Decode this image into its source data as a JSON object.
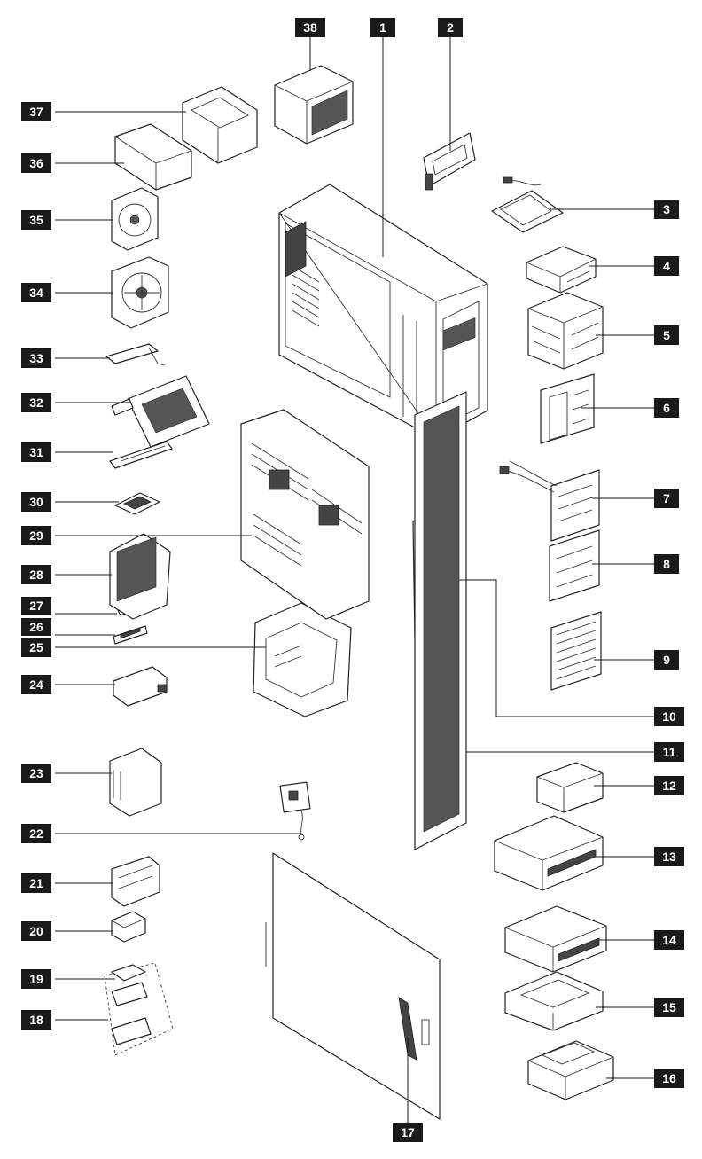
{
  "callouts": [
    {
      "id": "1",
      "label": "1"
    },
    {
      "id": "2",
      "label": "2"
    },
    {
      "id": "3",
      "label": "3"
    },
    {
      "id": "4",
      "label": "4"
    },
    {
      "id": "5",
      "label": "5"
    },
    {
      "id": "6",
      "label": "6"
    },
    {
      "id": "7",
      "label": "7"
    },
    {
      "id": "8",
      "label": "8"
    },
    {
      "id": "9",
      "label": "9"
    },
    {
      "id": "10",
      "label": "10"
    },
    {
      "id": "11",
      "label": "11"
    },
    {
      "id": "12",
      "label": "12"
    },
    {
      "id": "13",
      "label": "13"
    },
    {
      "id": "14",
      "label": "14"
    },
    {
      "id": "15",
      "label": "15"
    },
    {
      "id": "16",
      "label": "16"
    },
    {
      "id": "17",
      "label": "17"
    },
    {
      "id": "18",
      "label": "18"
    },
    {
      "id": "19",
      "label": "19"
    },
    {
      "id": "20",
      "label": "20"
    },
    {
      "id": "21",
      "label": "21"
    },
    {
      "id": "22",
      "label": "22"
    },
    {
      "id": "23",
      "label": "23"
    },
    {
      "id": "24",
      "label": "24"
    },
    {
      "id": "25",
      "label": "25"
    },
    {
      "id": "26",
      "label": "26"
    },
    {
      "id": "27",
      "label": "27"
    },
    {
      "id": "28",
      "label": "28"
    },
    {
      "id": "29",
      "label": "29"
    },
    {
      "id": "30",
      "label": "30"
    },
    {
      "id": "31",
      "label": "31"
    },
    {
      "id": "32",
      "label": "32"
    },
    {
      "id": "33",
      "label": "33"
    },
    {
      "id": "34",
      "label": "34"
    },
    {
      "id": "35",
      "label": "35"
    },
    {
      "id": "36",
      "label": "36"
    },
    {
      "id": "37",
      "label": "37"
    },
    {
      "id": "38",
      "label": "38"
    }
  ],
  "colors": {
    "badge": "#1a1a1a",
    "badge_text": "#ffffff",
    "line": "#222222"
  }
}
